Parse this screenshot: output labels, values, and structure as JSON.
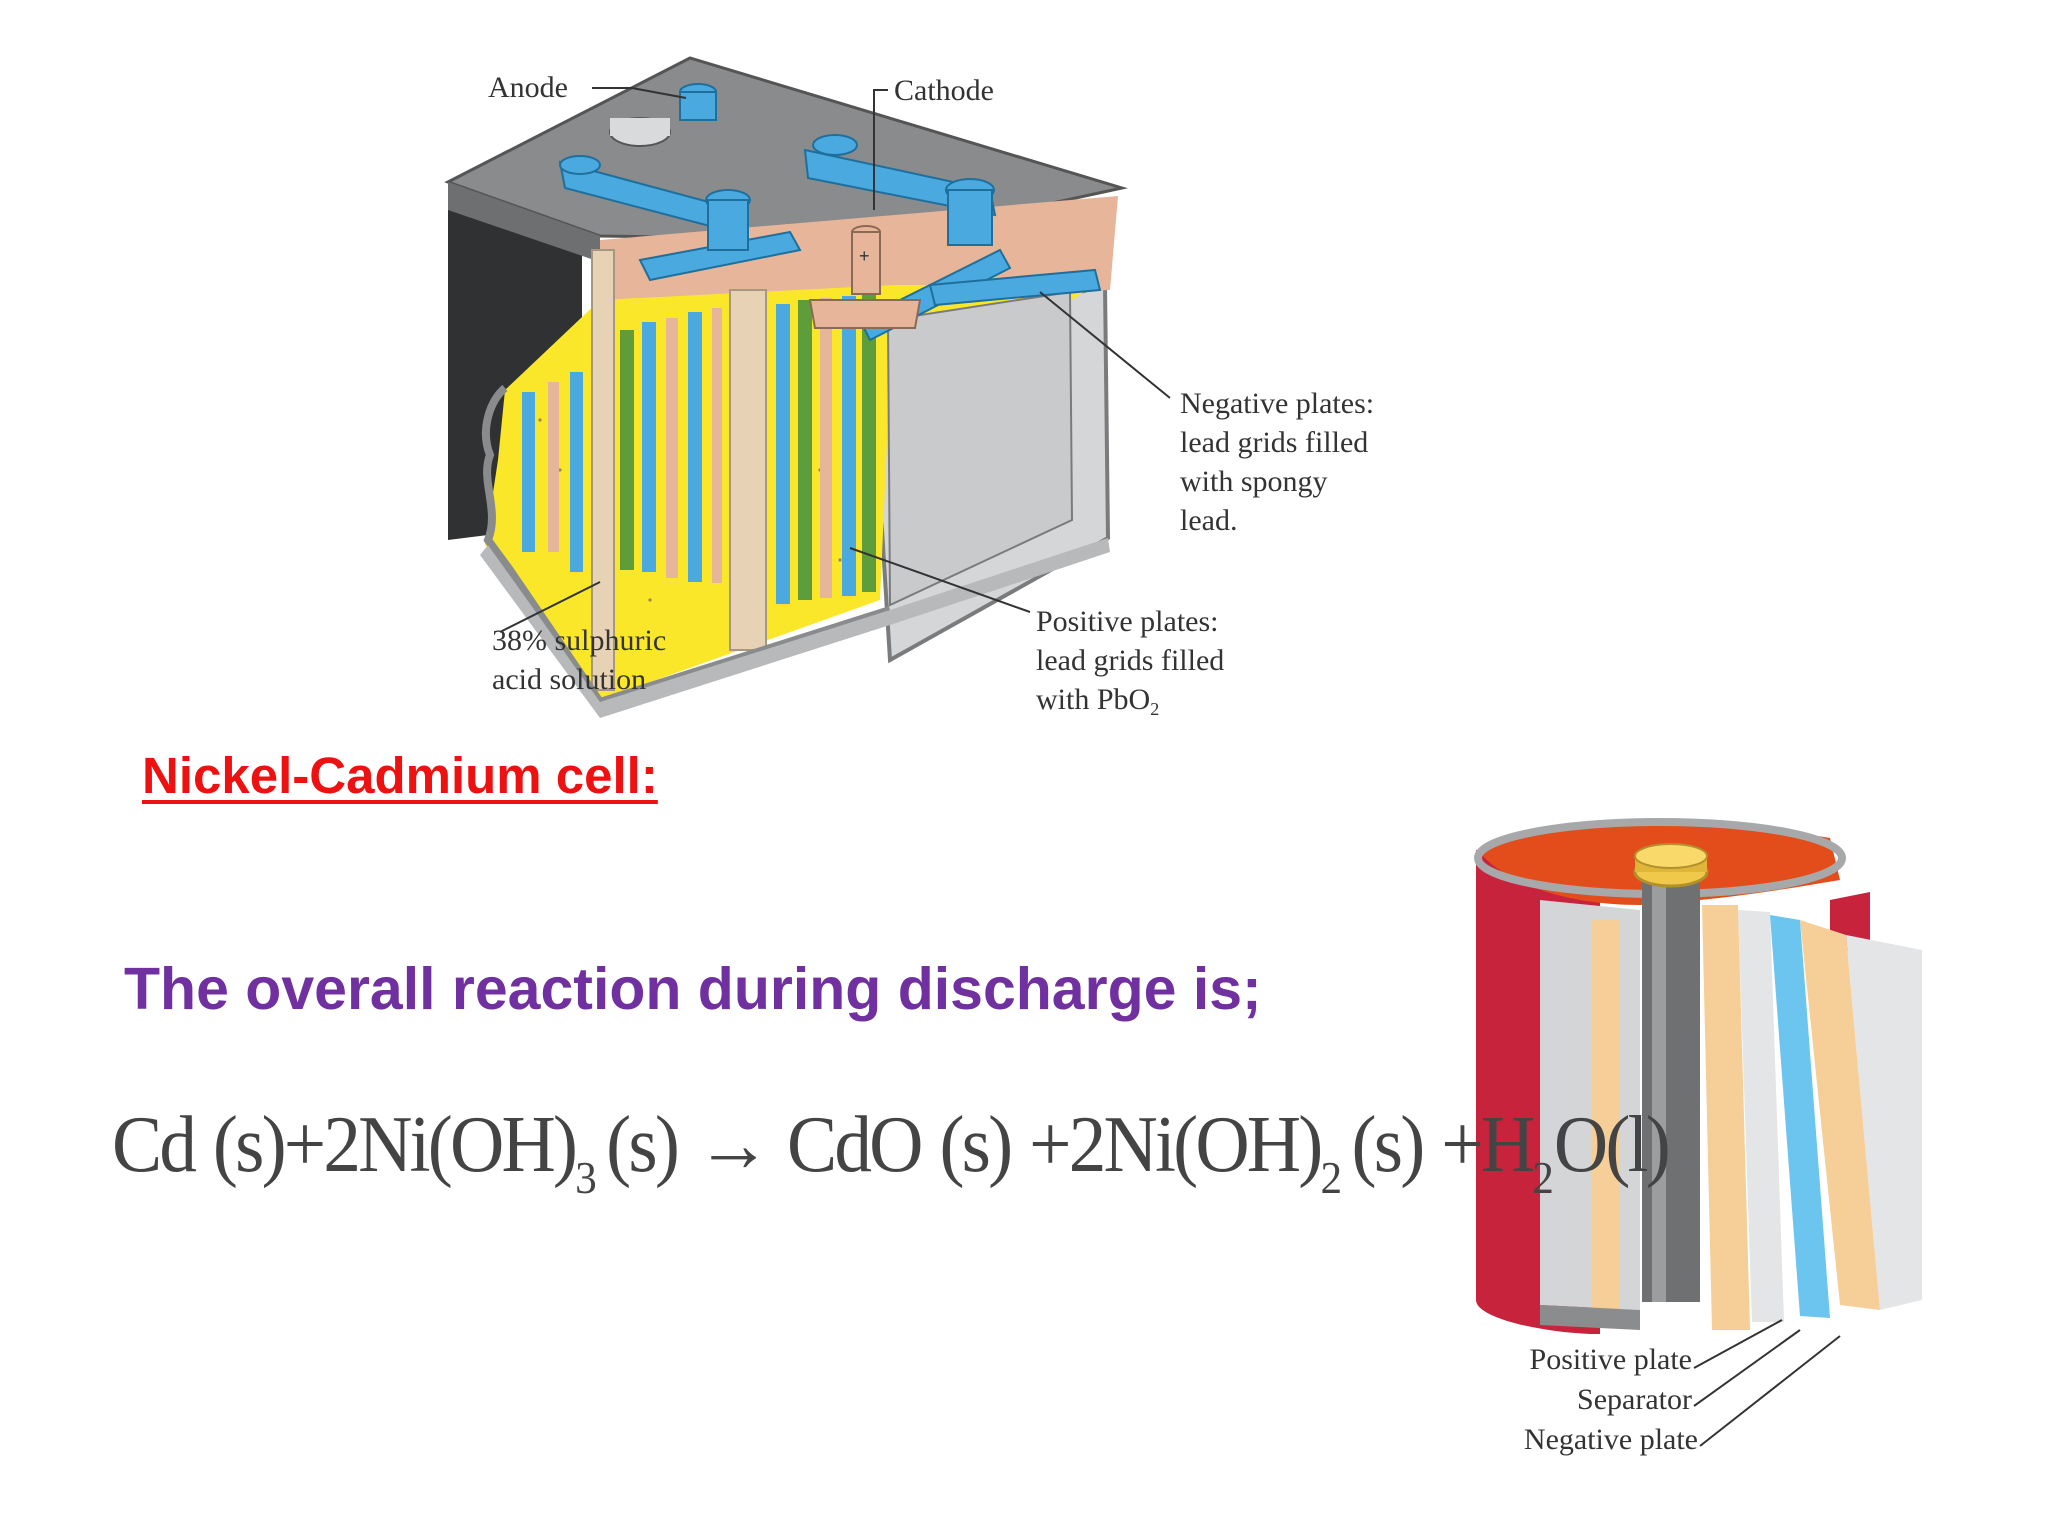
{
  "lead_battery": {
    "labels": {
      "anode": "Anode",
      "cathode": "Cathode",
      "negative_plates": [
        "Negative plates:",
        "lead grids filled",
        "with spongy",
        "lead."
      ],
      "positive_plates": [
        "Positive plates:",
        "lead grids filled",
        "with PbO"
      ],
      "positive_plates_subscript": "2",
      "plus_sign": "+",
      "acid": [
        "38% sulphuric",
        "acid solution"
      ]
    }
  },
  "section_heading": "Nickel-Cadmium cell:",
  "subtitle": "The overall reaction during discharge is;",
  "equation": {
    "parts": [
      "Cd",
      "(s)+2Ni(OH)",
      "3",
      "(s)",
      "→",
      "CdO",
      "(s)",
      "+2Ni(OH)",
      "2",
      "(s)",
      "+H",
      "2",
      "O(l)"
    ]
  },
  "nicd_cell": {
    "labels": {
      "positive_plate": "Positive plate",
      "separator": "Separator",
      "negative_plate": "Negative plate"
    }
  },
  "colors": {
    "heading": "#ee1111",
    "subtitle": "#7030a0",
    "electrode_blue": "#4aa9df",
    "electrolyte_yellow": "#fbe72a",
    "paste_pink": "#e7b59a",
    "casing_gray": "#8a8b8d",
    "cell_red": "#c8233c",
    "plate_tan": "#f5cf97",
    "separator_blue": "#6cc5ee"
  }
}
